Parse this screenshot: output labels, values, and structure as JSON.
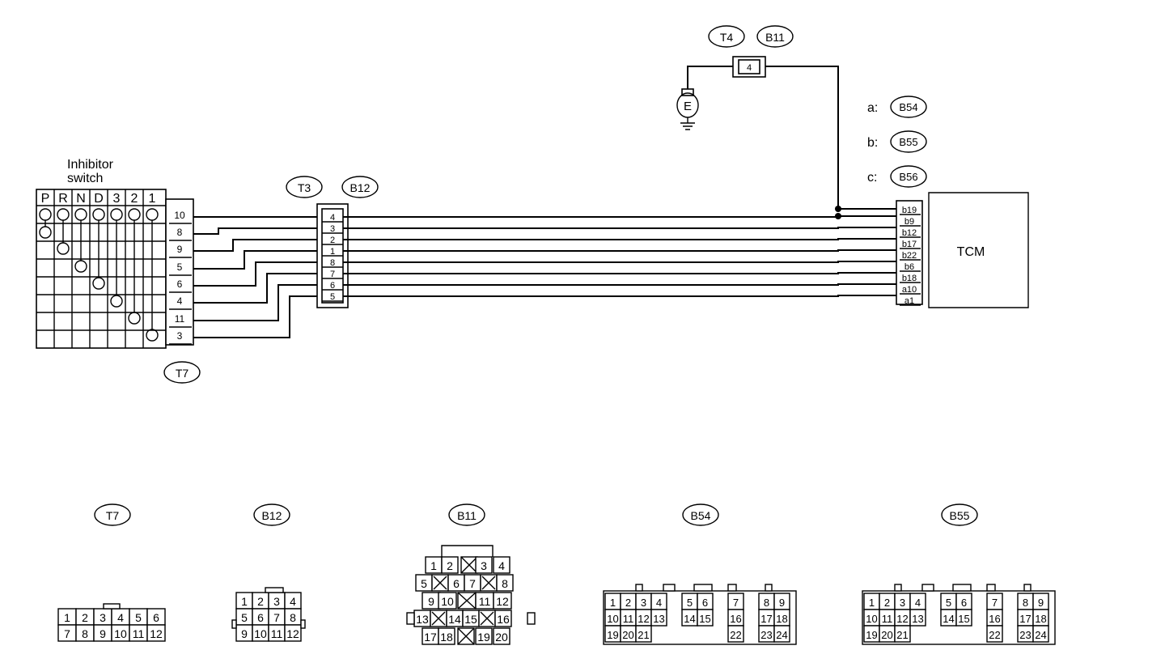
{
  "inhibitor": {
    "title_line1": "Inhibitor",
    "title_line2": "switch",
    "positions": [
      "P",
      "R",
      "N",
      "D",
      "3",
      "2",
      "1"
    ],
    "pins": [
      "10",
      "8",
      "9",
      "5",
      "6",
      "4",
      "11",
      "3"
    ]
  },
  "connectors": {
    "t7": "T7",
    "t3": "T3",
    "b12": "B12",
    "t4": "T4",
    "b11": "B11",
    "t4_pin": "4",
    "junction_pins": [
      "4",
      "3",
      "2",
      "1",
      "8",
      "7",
      "6",
      "5"
    ]
  },
  "ground": {
    "label": "E"
  },
  "legend": [
    {
      "key": "a:",
      "conn": "B54"
    },
    {
      "key": "b:",
      "conn": "B55"
    },
    {
      "key": "c:",
      "conn": "B56"
    }
  ],
  "tcm": {
    "label": "TCM",
    "pins": [
      "b19",
      "b9",
      "b12",
      "b17",
      "b22",
      "b6",
      "b18",
      "a10",
      "a1"
    ]
  },
  "faces": {
    "t7": {
      "title": "T7",
      "rows": [
        [
          "1",
          "2",
          "3",
          "4",
          "5",
          "6"
        ],
        [
          "7",
          "8",
          "9",
          "10",
          "11",
          "12"
        ]
      ]
    },
    "b12": {
      "title": "B12",
      "rows": [
        [
          "1",
          "2",
          "3",
          "4"
        ],
        [
          "5",
          "6",
          "7",
          "8"
        ],
        [
          "9",
          "10",
          "11",
          "12"
        ]
      ]
    },
    "b11": {
      "title": "B11",
      "rows": [
        [
          "1",
          "2",
          "",
          "3",
          "4"
        ],
        [
          "5",
          "",
          "6",
          "7",
          "",
          "8"
        ],
        [
          "9",
          "10",
          "",
          "11",
          "12"
        ],
        [
          "13",
          "",
          "14",
          "15",
          "",
          "16"
        ],
        [
          "17",
          "18",
          "",
          "19",
          "20"
        ]
      ]
    },
    "b54": {
      "title": "B54",
      "row1": [
        "1",
        "2",
        "3",
        "4",
        "",
        "5",
        "6",
        "",
        "7",
        "",
        "8",
        "9"
      ],
      "row2": [
        "10",
        "11",
        "12",
        "13",
        "",
        "14",
        "15",
        "",
        "16",
        "",
        "17",
        "18"
      ],
      "row3": [
        "19",
        "20",
        "21",
        "",
        "",
        "",
        "",
        "",
        "22",
        "",
        "23",
        "24"
      ]
    },
    "b55": {
      "title": "B55",
      "row1": [
        "1",
        "2",
        "3",
        "4",
        "",
        "5",
        "6",
        "",
        "7",
        "",
        "8",
        "9"
      ],
      "row2": [
        "10",
        "11",
        "12",
        "13",
        "",
        "14",
        "15",
        "",
        "16",
        "",
        "17",
        "18"
      ],
      "row3": [
        "19",
        "20",
        "21",
        "",
        "",
        "",
        "",
        "",
        "22",
        "",
        "23",
        "24"
      ]
    }
  }
}
